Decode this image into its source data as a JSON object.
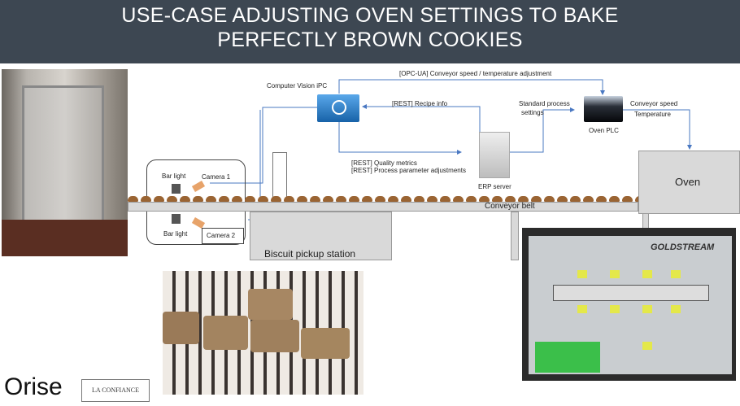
{
  "title": {
    "line1": "USE-CASE ADJUSTING OVEN SETTINGS TO BAKE",
    "line2": "PERFECTLY BROWN COOKIES"
  },
  "diagram": {
    "cv_ipc": "Computer Vision iPC",
    "opcua": "[OPC-UA] Conveyor speed / temperature adjustment",
    "recipe": "[REST] Recipe info",
    "quality": "[REST] Quality metrics",
    "process_adj": "[REST] Process parameter adjustments",
    "standard_line1": "Standard process",
    "standard_line2": "settings",
    "oven_plc": "Oven PLC",
    "conv_speed": "Conveyor speed",
    "temperature": "Temperature",
    "erp": "ERP server",
    "oven": "Oven",
    "conveyor": "Conveyor belt",
    "pickup": "Biscuit pickup station",
    "bar_light_1": "Bar light",
    "bar_light_2": "Bar light",
    "camera1": "Camera 1",
    "camera2": "Camera 2"
  },
  "hmi": {
    "brand": "GOLDSTREAM"
  },
  "logos": {
    "orise": "Orise",
    "confiance": "LA CONFIANCE"
  },
  "colors": {
    "title_bg": "#3d4752",
    "line": "#4a78c2",
    "icon_blue": "#1f7fd0",
    "cookie": "#9a6433"
  }
}
